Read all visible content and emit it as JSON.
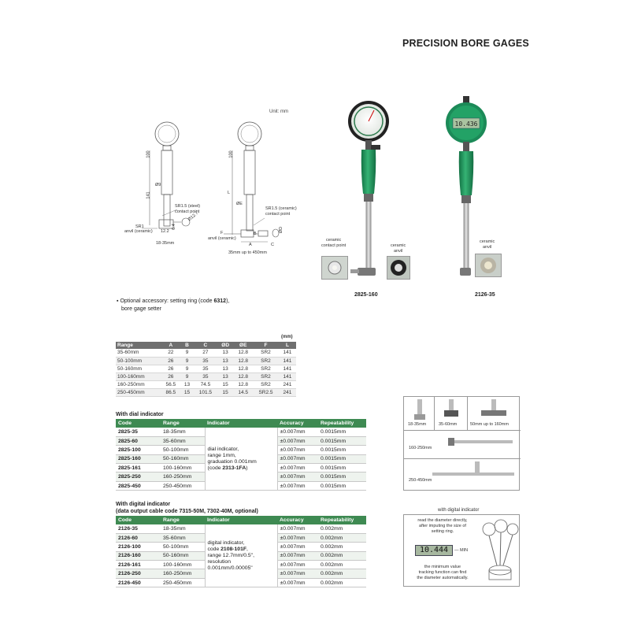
{
  "page_title": "PRECISION BORE GAGES",
  "unit_note": "Unit: mm",
  "drawing1": {
    "dim_100": "100",
    "dim_141": "141",
    "dim_d9": "Ø9",
    "sr15": "SR1.5 (steel)",
    "contact_point": "contact point",
    "sr1": "SR1",
    "anvil": "anvil (ceramic)",
    "d12_7": "Ø12.7",
    "w12_2": "12.2",
    "h6_4": "6.4",
    "range": "18-35mm"
  },
  "drawing2": {
    "dim_100": "100",
    "dim_L": "L",
    "dim_dE": "ØE",
    "sr15": "SR1.5 (ceramic)",
    "contact_point": "contact point",
    "F": "F",
    "anvil": "anvil (ceramic)",
    "B": "B",
    "A": "A",
    "C": "C",
    "dD": "ØD",
    "range": "35mm up to 450mm"
  },
  "photo1": {
    "code": "2825-160",
    "callout1": "ceramic\ncontact point",
    "callout2": "ceramic\nanvil"
  },
  "photo2": {
    "code": "2126-35",
    "callout": "ceramic\nanvil",
    "readout": "10.436"
  },
  "accessory": {
    "prefix": "Optional accessory: setting ring (code ",
    "code": "6312",
    "suffix": "),",
    "line2": "bore gage setter"
  },
  "dimension_table": {
    "unit": "(mm)",
    "headers": [
      "Range",
      "A",
      "B",
      "C",
      "ØD",
      "ØE",
      "F",
      "L"
    ],
    "rows": [
      [
        "35-60mm",
        "22",
        "9",
        "27",
        "13",
        "12.8",
        "SR2",
        "141"
      ],
      [
        "50-100mm",
        "26",
        "9",
        "35",
        "13",
        "12.8",
        "SR2",
        "141"
      ],
      [
        "50-160mm",
        "26",
        "9",
        "35",
        "13",
        "12.8",
        "SR2",
        "141"
      ],
      [
        "100-160mm",
        "26",
        "9",
        "35",
        "13",
        "12.8",
        "SR2",
        "141"
      ],
      [
        "160-250mm",
        "56.5",
        "13",
        "74.5",
        "15",
        "12.8",
        "SR2",
        "241"
      ],
      [
        "250-450mm",
        "86.5",
        "15",
        "101.5",
        "15",
        "14.5",
        "SR2.5",
        "241"
      ]
    ]
  },
  "dial_section": {
    "heading": "With dial indicator",
    "headers": [
      "Code",
      "Range",
      "Indicator",
      "Accuracy",
      "Repeatability"
    ],
    "indicator_text": [
      "dial indicator,",
      "range 1mm,",
      "graduation 0.001mm",
      "(code ",
      "2313-1FA",
      ")"
    ],
    "rows": [
      [
        "2825-35",
        "18-35mm",
        "±0.007mm",
        "0.0015mm"
      ],
      [
        "2825-60",
        "35-60mm",
        "±0.007mm",
        "0.0015mm"
      ],
      [
        "2825-100",
        "50-100mm",
        "±0.007mm",
        "0.0015mm"
      ],
      [
        "2825-160",
        "50-160mm",
        "±0.007mm",
        "0.0015mm"
      ],
      [
        "2825-161",
        "100-160mm",
        "±0.007mm",
        "0.0015mm"
      ],
      [
        "2825-250",
        "160-250mm",
        "±0.007mm",
        "0.0015mm"
      ],
      [
        "2825-450",
        "250-450mm",
        "±0.007mm",
        "0.0015mm"
      ]
    ]
  },
  "digital_section": {
    "heading": "With digital indicator",
    "subheading": "(data output cable code 7315-50M, 7302-40M, optional)",
    "headers": [
      "Code",
      "Range",
      "Indicator",
      "Accuracy",
      "Repeatability"
    ],
    "indicator_text": [
      "digital indicator,",
      "code ",
      "2108-101F",
      ",",
      "range 12.7mm/0.5\",",
      "resolution",
      "0.001mm/0.00005\""
    ],
    "rows": [
      [
        "2126-35",
        "18-35mm",
        "±0.007mm",
        "0.002mm"
      ],
      [
        "2126-60",
        "35-60mm",
        "±0.007mm",
        "0.002mm"
      ],
      [
        "2126-100",
        "50-100mm",
        "±0.007mm",
        "0.002mm"
      ],
      [
        "2126-160",
        "50-160mm",
        "±0.007mm",
        "0.002mm"
      ],
      [
        "2126-161",
        "100-160mm",
        "±0.007mm",
        "0.002mm"
      ],
      [
        "2126-250",
        "160-250mm",
        "±0.007mm",
        "0.002mm"
      ],
      [
        "2126-450",
        "250-450mm",
        "±0.007mm",
        "0.002mm"
      ]
    ]
  },
  "anvil_panel": {
    "labels": [
      "18-35mm",
      "35-60mm",
      "50mm up to 160mm",
      "160-250mm",
      "250-450mm"
    ]
  },
  "digital_panel": {
    "caption": "with digital indicator",
    "text1": [
      "read the diameter directly,",
      "after imputing the size of",
      "setting ring."
    ],
    "readout": "10.444",
    "min_label": "MIN",
    "text2": [
      "the minimum value",
      "tracking function can find",
      "the diameter automatically."
    ]
  },
  "colors": {
    "green": "#3e8a52",
    "grey_header": "#6f6f6f",
    "handle": "#2e9a63"
  }
}
